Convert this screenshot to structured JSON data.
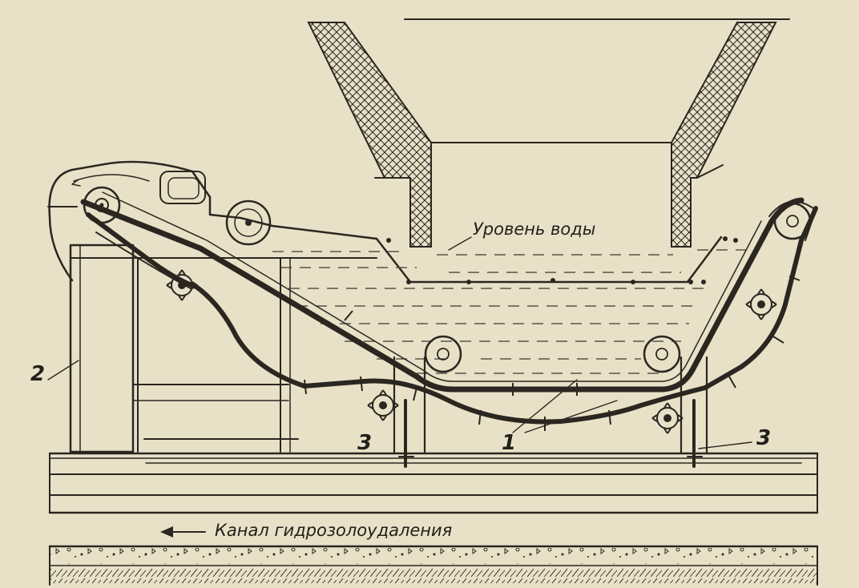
{
  "diagram": {
    "labels": {
      "water_level": "Уровень воды",
      "channel": "Канал гидрозолоудаления",
      "callout_1": "1",
      "callout_2": "2",
      "callout_3_left": "3",
      "callout_3_right": "3"
    },
    "colors": {
      "paper": "#e8e1c8",
      "ink": "#2b2620",
      "water_dash": "#5a5348"
    },
    "icons": {
      "channel_direction": "arrow-left-icon",
      "sprocket": "gear-icon",
      "roller": "roller-icon"
    }
  }
}
